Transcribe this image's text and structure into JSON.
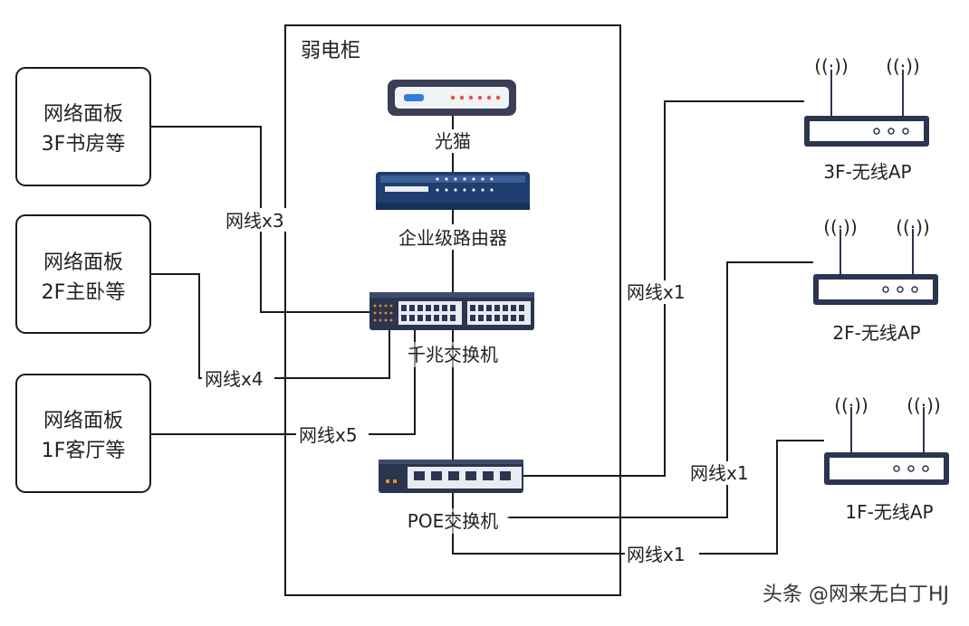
{
  "cabinet": {
    "title": "弱电柜"
  },
  "panels": [
    {
      "line1": "网络面板",
      "line2": "3F书房等"
    },
    {
      "line1": "网络面板",
      "line2": "2F主卧等"
    },
    {
      "line1": "网络面板",
      "line2": "1F客厅等"
    }
  ],
  "devices": {
    "modem": "光猫",
    "router": "企业级路由器",
    "gigabit_switch": "千兆交换机",
    "poe_switch": "POE交换机"
  },
  "access_points": [
    {
      "label": "3F-无线AP"
    },
    {
      "label": "2F-无线AP"
    },
    {
      "label": "1F-无线AP"
    }
  ],
  "cables": {
    "left_3f": "网线x3",
    "left_2f": "网线x4",
    "left_1f": "网线x5",
    "right_3f": "网线x1",
    "right_2f": "网线x1",
    "right_1f": "网线x1"
  },
  "watermark": "头条 @网来无白丁HJ",
  "colors": {
    "modem_body": "#3a3f55",
    "router_body": "#1f3e6e",
    "switch_body": "#2a3550",
    "port_face": "#e8ecf2",
    "led_blue": "#2f7de1",
    "led_red": "#e0563b",
    "led_orange": "#f08a24"
  }
}
